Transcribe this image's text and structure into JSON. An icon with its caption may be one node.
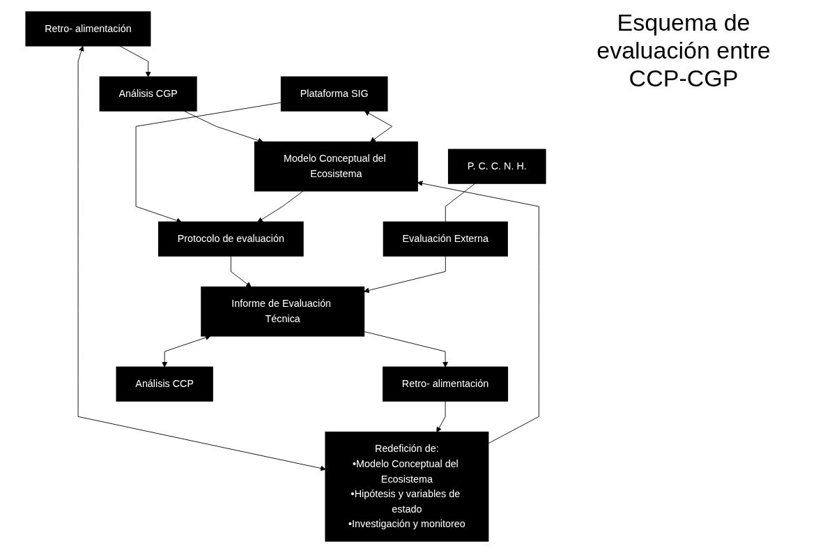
{
  "diagram": {
    "title": "Esquema de evaluación entre CCP-CGP",
    "nodes": [
      {
        "text": [
          "Análisis CGP"
        ]
      },
      {
        "text": [
          "Retro- alimentación"
        ]
      },
      {
        "text": [
          "Plataforma SIG"
        ]
      },
      {
        "text": [
          "Modelo Conceptual del Ecosistema"
        ]
      },
      {
        "text": [
          "Redefición de:",
          "•Modelo Conceptual del Ecosistema",
          "•Hipótesis y variables de estado",
          "•Investigación y monitoreo"
        ]
      },
      {
        "text": [
          "Protocolo de evaluación"
        ]
      },
      {
        "text": [
          "Retro- alimentación"
        ]
      },
      {
        "text": [
          "Informe de Evaluación Técnica"
        ]
      },
      {
        "text": [
          "P. C. C. N. H."
        ]
      },
      {
        "text": [
          "Evaluación Externa"
        ]
      },
      {
        "text": [
          "Análisis CCP"
        ]
      }
    ],
    "edges": [
      {
        "from": 1,
        "to": 0,
        "arrow": "to"
      },
      {
        "from": 0,
        "to": 3,
        "arrow": "to"
      },
      {
        "from": 2,
        "to": 3,
        "arrow": "both"
      },
      {
        "from": 1,
        "to": 4,
        "arrow": "both"
      },
      {
        "from": 4,
        "to": 3,
        "arrow": "to"
      },
      {
        "from": 2,
        "to": 5,
        "arrow": "to"
      },
      {
        "from": 3,
        "to": 5,
        "arrow": "to"
      },
      {
        "from": 5,
        "to": 7,
        "arrow": "to"
      },
      {
        "from": 7,
        "to": 6,
        "arrow": "to"
      },
      {
        "from": 6,
        "to": 4,
        "arrow": "to"
      },
      {
        "from": 8,
        "to": 9,
        "arrow": "none"
      },
      {
        "from": 9,
        "to": 7,
        "arrow": "to"
      },
      {
        "from": 7,
        "to": 10,
        "arrow": "both"
      }
    ]
  }
}
